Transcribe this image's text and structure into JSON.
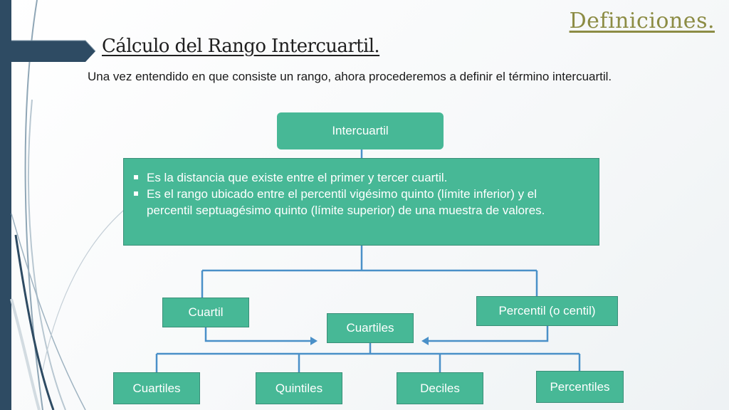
{
  "header": {
    "corner_title": "Definiciones.",
    "title": "Cálculo del Rango Intercuartil."
  },
  "intro": "Una vez entendido en que consiste un rango, ahora procederemos a definir el término intercuartil.",
  "diagram": {
    "root": "Intercuartil",
    "definitions": [
      "Es la distancia que existe entre el primer y tercer cuartil.",
      "Es el rango ubicado entre el percentil vigésimo quinto (límite inferior) y el percentil septuagésimo quinto (límite superior) de una muestra de valores."
    ],
    "branch_left": "Cuartil",
    "branch_right": "Percentil (o centil)",
    "center": "Cuartiles",
    "leaves": [
      "Cuartiles",
      "Quintiles",
      "Deciles",
      "Percentiles"
    ]
  },
  "colors": {
    "box_fill": "#47b896",
    "connector": "#4a90c8",
    "left_bar": "#2e4b63",
    "corner_title": "#8c8c44"
  }
}
